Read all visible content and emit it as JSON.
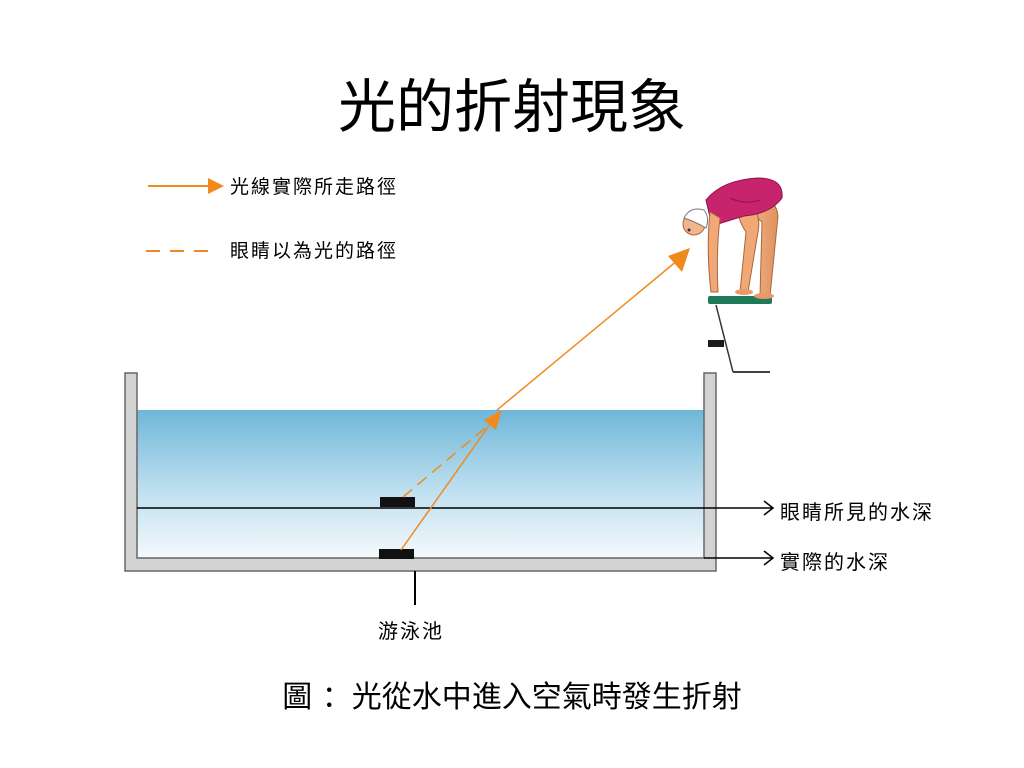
{
  "title": "光的折射現象",
  "legend": {
    "actual_path": "光線實際所走路徑",
    "perceived_path": "眼睛以為光的路徑"
  },
  "labels": {
    "apparent_depth": "眼睛所見的水深",
    "actual_depth": "實際的水深",
    "pool": "游泳池"
  },
  "caption": "圖 ：光從水中進入空氣時發生折射",
  "colors": {
    "ray": "#f08a1e",
    "water_top": "#6fb6d8",
    "water_bottom": "#f2f8fc",
    "pool_wall": "#cfcfcf",
    "swimsuit": "#c8246e",
    "board": "#1f7a5a"
  }
}
